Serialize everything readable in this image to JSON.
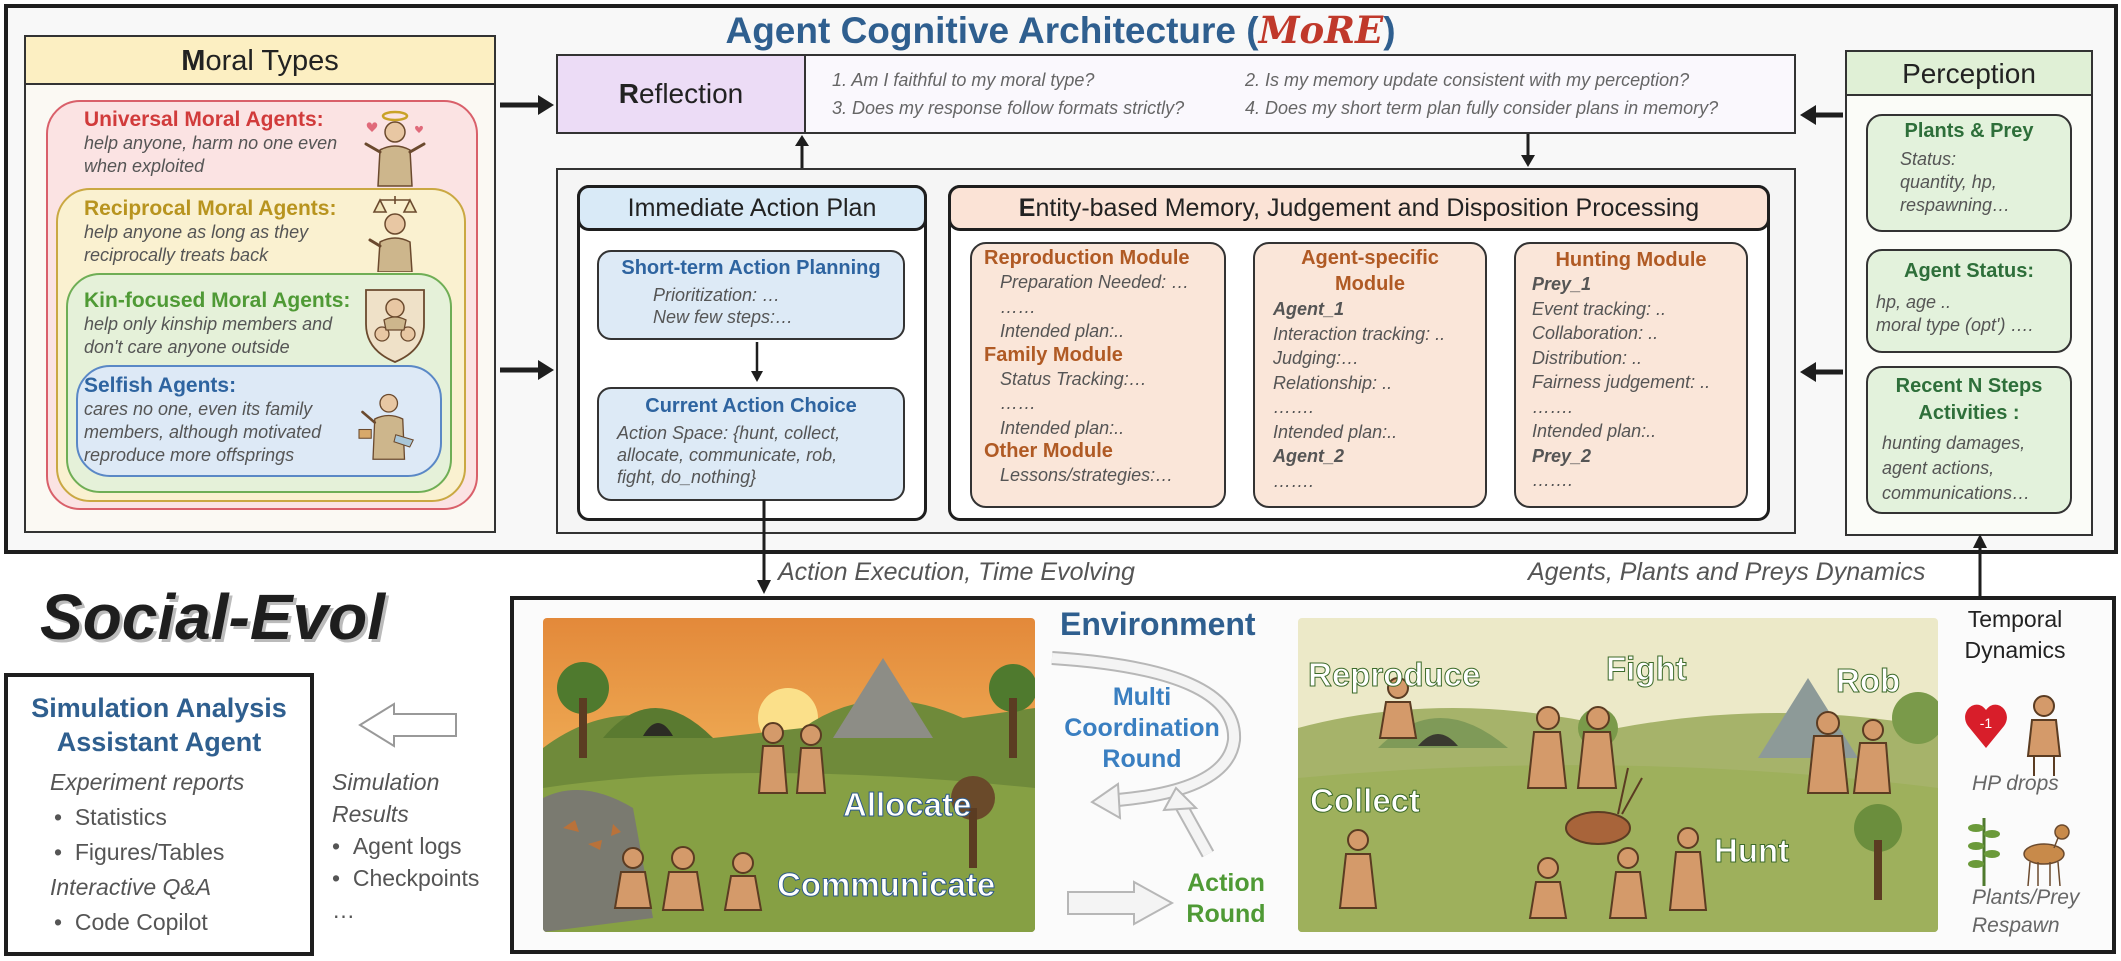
{
  "title": {
    "prefix": "Agent Cognitive Architecture (",
    "acronym": "MoRE",
    "suffix": ")"
  },
  "moral_types": {
    "header_first": "M",
    "header_rest": "oral Types",
    "types": [
      {
        "name": "Universal Moral Agents:",
        "desc_1": "help anyone, harm no one even",
        "desc_2": "when exploited",
        "color": "#d13b3b"
      },
      {
        "name": "Reciprocal Moral Agents:",
        "desc_1": "help anyone as long as they",
        "desc_2": "reciprocally treats back",
        "color": "#b8941f"
      },
      {
        "name": "Kin-focused Moral Agents:",
        "desc_1": "help only kinship members and",
        "desc_2": "don't care anyone outside",
        "color": "#4f9a35"
      },
      {
        "name": "Selfish Agents:",
        "desc_1": "cares no one, even its family",
        "desc_2": "members, although motivated",
        "desc_3": "reproduce more offsprings",
        "color": "#2e64a0"
      }
    ]
  },
  "reflection": {
    "header_first": "R",
    "header_rest": "eflection",
    "q1": "1. Am I faithful to my moral type?",
    "q2": "2. Is my memory update consistent with my perception?",
    "q3": "3. Does my response follow formats strictly?",
    "q4": "4. Does my short term plan fully consider plans in memory?"
  },
  "perception": {
    "header": "Perception",
    "boxes": [
      {
        "title": "Plants & Prey",
        "lines": [
          "Status:",
          "quantity, hp,",
          "respawning…"
        ]
      },
      {
        "title": "Agent Status:",
        "lines": [
          "hp, age ..",
          "moral type (opt') …."
        ]
      },
      {
        "title_1": "Recent N Steps",
        "title_2": "Activities :",
        "lines": [
          "hunting damages,",
          "agent actions,",
          "communications…"
        ]
      }
    ]
  },
  "action_plan": {
    "header": "Immediate Action Plan",
    "short_term": {
      "title": "Short-term Action Planning",
      "lines": [
        "Prioritization: …",
        "New few steps:…"
      ]
    },
    "current": {
      "title": "Current Action Choice",
      "lines": [
        "Action Space: {hunt, collect,",
        "allocate, communicate, rob,",
        "fight, do_nothing}"
      ]
    }
  },
  "memory": {
    "header_first": "E",
    "header_rest": "ntity-based Memory, Judgement and Disposition Processing",
    "reproduction": {
      "title": "Reproduction Module",
      "lines": [
        "Preparation Needed: …",
        "……",
        "Intended plan:.."
      ]
    },
    "family": {
      "title": "Family Module",
      "lines": [
        "Status Tracking:…",
        "……",
        "Intended plan:.."
      ]
    },
    "other": {
      "title": "Other Module",
      "lines": [
        "Lessons/strategies:…"
      ]
    },
    "agent_specific": {
      "title_1": "Agent-specific",
      "title_2": "Module",
      "agent1": "Agent_1",
      "lines": [
        "Interaction tracking: ..",
        "Judging:…",
        "Relationship: ..",
        "…….",
        "Intended plan:.."
      ],
      "agent2": "Agent_2",
      "tail": "……."
    },
    "hunting": {
      "title": "Hunting Module",
      "prey1": "Prey_1",
      "lines": [
        "Event tracking: ..",
        "Collaboration: ..",
        "Distribution: ..",
        "Fairness judgement: ..",
        "…….",
        "Intended plan:.."
      ],
      "prey2": "Prey_2",
      "tail": "……."
    }
  },
  "flows": {
    "action_execution": "Action Execution, Time Evolving",
    "dynamics": "Agents, Plants and Preys Dynamics"
  },
  "brand": "Social-Evol",
  "simulation_agent": {
    "title_1": "Simulation Analysis",
    "title_2": "Assistant Agent",
    "reports": "Experiment reports",
    "report_items": [
      "Statistics",
      "Figures/Tables"
    ],
    "qa": "Interactive Q&A",
    "qa_items": [
      "Code Copilot"
    ]
  },
  "simulation_results": {
    "title_1": "Simulation",
    "title_2": "Results",
    "items": [
      "Agent logs",
      "Checkpoints"
    ],
    "more": "…"
  },
  "environment": {
    "title": "Environment",
    "scene1_labels": {
      "allocate": "Allocate",
      "communicate": "Communicate"
    },
    "coordination": {
      "l1": "Multi",
      "l2": "Coordination",
      "l3": "Round"
    },
    "action_round": {
      "l1": "Action",
      "l2": "Round"
    },
    "scene2_labels": {
      "reproduce": "Reproduce",
      "fight": "Fight",
      "rob": "Rob",
      "collect": "Collect",
      "hunt": "Hunt"
    }
  },
  "temporal": {
    "title_1": "Temporal",
    "title_2": "Dynamics",
    "hp_badge": "-1",
    "hp_drops": "HP drops",
    "respawn_1": "Plants/Prey",
    "respawn_2": "Respawn"
  }
}
